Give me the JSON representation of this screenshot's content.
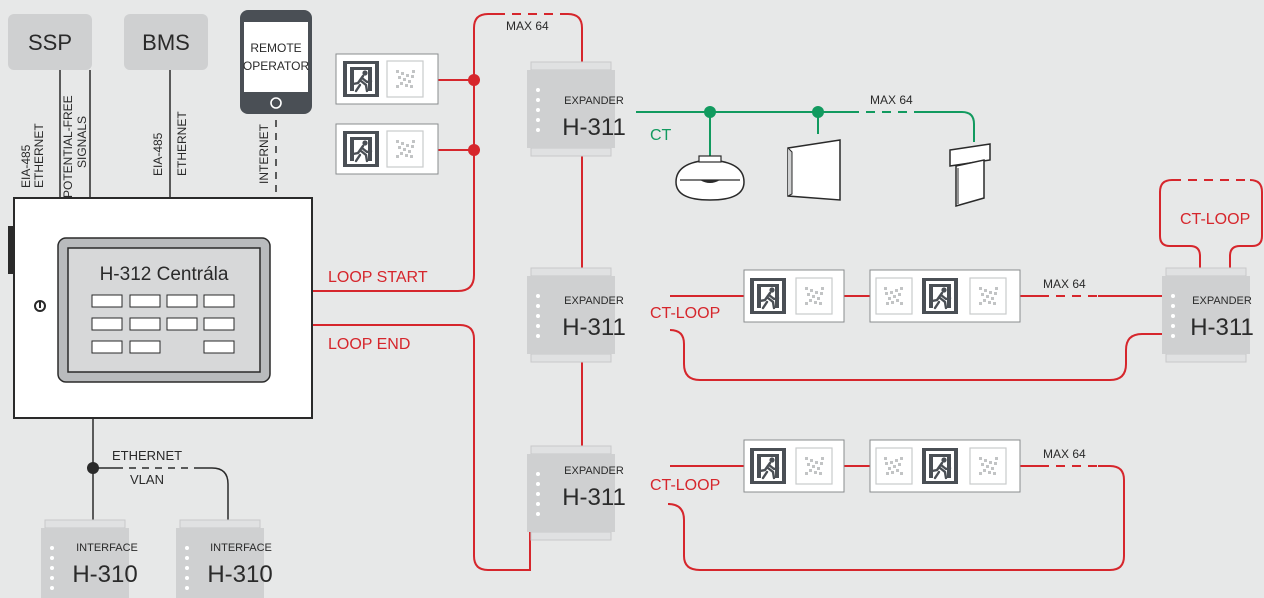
{
  "top_devices": {
    "ssp": "SSP",
    "bms": "BMS",
    "remote_line1": "REMOTE",
    "remote_line2": "OPERATOR"
  },
  "links": {
    "ssp_line1": "EIA-485",
    "ssp_line2": "ETHERNET",
    "ssp_line3": "POTENTIAL-FREE",
    "ssp_line4": "SIGNALS",
    "bms_line1": "EIA-485",
    "bms_line2": "ETHERNET",
    "remote_link": "INTERNET"
  },
  "panel": {
    "title": "H-312 Centrála"
  },
  "loop": {
    "start": "LOOP  START",
    "end": "LOOP END",
    "max_top": "MAX 64"
  },
  "expanders": [
    {
      "caption": "EXPANDER",
      "model": "H-311",
      "bus": "CT"
    },
    {
      "caption": "EXPANDER",
      "model": "H-311",
      "bus": "CT-LOOP"
    },
    {
      "caption": "EXPANDER",
      "model": "H-311",
      "bus": "CT-LOOP"
    },
    {
      "caption": "EXPANDER",
      "model": "H-311",
      "bus": "CT-LOOP"
    }
  ],
  "max_labels": {
    "ct": "MAX 64",
    "row2": "MAX 64",
    "row3": "MAX 64"
  },
  "network": {
    "ethernet": "ETHERNET",
    "vlan": "VLAN"
  },
  "interfaces": [
    {
      "caption": "INTERFACE",
      "model": "H-310"
    },
    {
      "caption": "INTERFACE",
      "model": "H-310"
    }
  ],
  "colors": {
    "loop": "#d6262c",
    "ct_bus": "#129a5f",
    "device_fill": "#cfd0d1",
    "icon_dark": "#4a4f55"
  },
  "icons": [
    "running-man-icon",
    "arrow-down-right-icon",
    "arrow-down-left-icon",
    "power-button-icon",
    "ceiling-luminaire-icon",
    "wall-luminaire-icon",
    "hanging-sign-icon"
  ]
}
